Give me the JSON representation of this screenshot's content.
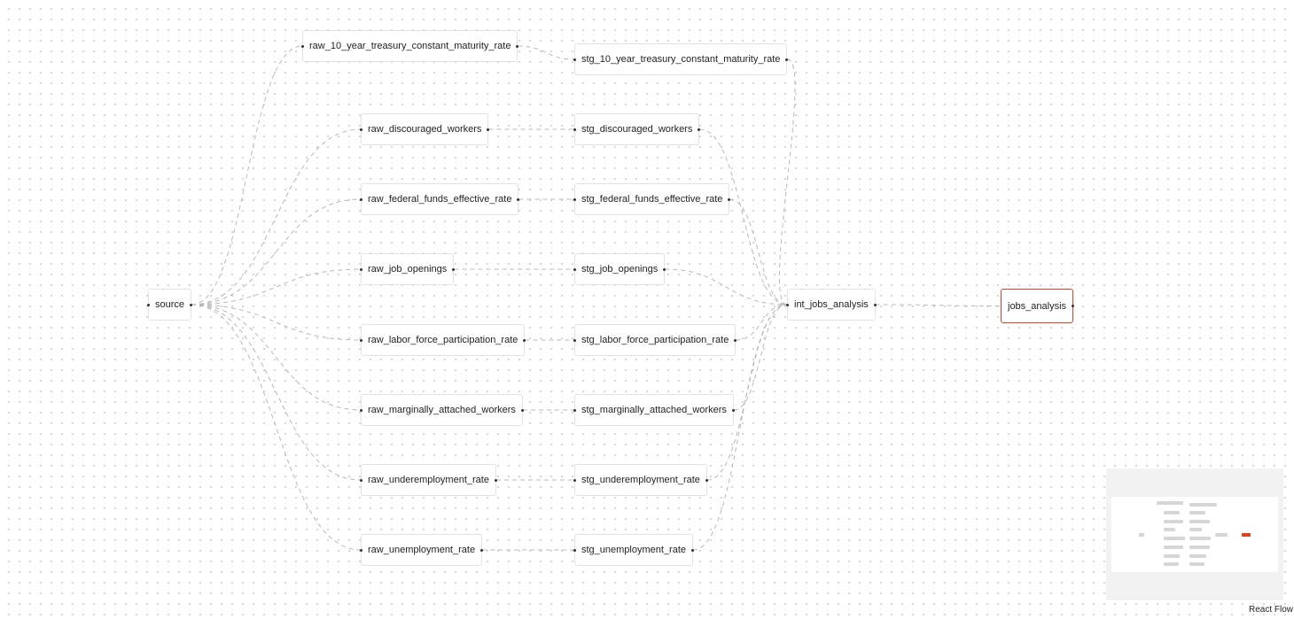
{
  "graph": {
    "nodes": [
      {
        "id": "source",
        "label": "source"
      },
      {
        "id": "raw_10_year_treasury_constant_maturity_rate",
        "label": "raw_10_year_treasury_constant_maturity_rate"
      },
      {
        "id": "raw_discouraged_workers",
        "label": "raw_discouraged_workers"
      },
      {
        "id": "raw_federal_funds_effective_rate",
        "label": "raw_federal_funds_effective_rate"
      },
      {
        "id": "raw_job_openings",
        "label": "raw_job_openings"
      },
      {
        "id": "raw_labor_force_participation_rate",
        "label": "raw_labor_force_participation_rate"
      },
      {
        "id": "raw_marginally_attached_workers",
        "label": "raw_marginally_attached_workers"
      },
      {
        "id": "raw_underemployment_rate",
        "label": "raw_underemployment_rate"
      },
      {
        "id": "raw_unemployment_rate",
        "label": "raw_unemployment_rate"
      },
      {
        "id": "stg_10_year_treasury_constant_maturity_rate",
        "label": "stg_10_year_treasury_constant_maturity_rate"
      },
      {
        "id": "stg_discouraged_workers",
        "label": "stg_discouraged_workers"
      },
      {
        "id": "stg_federal_funds_effective_rate",
        "label": "stg_federal_funds_effective_rate"
      },
      {
        "id": "stg_job_openings",
        "label": "stg_job_openings"
      },
      {
        "id": "stg_labor_force_participation_rate",
        "label": "stg_labor_force_participation_rate"
      },
      {
        "id": "stg_marginally_attached_workers",
        "label": "stg_marginally_attached_workers"
      },
      {
        "id": "stg_underemployment_rate",
        "label": "stg_underemployment_rate"
      },
      {
        "id": "stg_unemployment_rate",
        "label": "stg_unemployment_rate"
      },
      {
        "id": "int_jobs_analysis",
        "label": "int_jobs_analysis"
      },
      {
        "id": "jobs_analysis",
        "label": "jobs_analysis",
        "selected": true
      }
    ],
    "edges": [
      [
        "source",
        "raw_10_year_treasury_constant_maturity_rate"
      ],
      [
        "source",
        "raw_discouraged_workers"
      ],
      [
        "source",
        "raw_federal_funds_effective_rate"
      ],
      [
        "source",
        "raw_job_openings"
      ],
      [
        "source",
        "raw_labor_force_participation_rate"
      ],
      [
        "source",
        "raw_marginally_attached_workers"
      ],
      [
        "source",
        "raw_underemployment_rate"
      ],
      [
        "source",
        "raw_unemployment_rate"
      ],
      [
        "raw_10_year_treasury_constant_maturity_rate",
        "stg_10_year_treasury_constant_maturity_rate"
      ],
      [
        "raw_discouraged_workers",
        "stg_discouraged_workers"
      ],
      [
        "raw_federal_funds_effective_rate",
        "stg_federal_funds_effective_rate"
      ],
      [
        "raw_job_openings",
        "stg_job_openings"
      ],
      [
        "raw_labor_force_participation_rate",
        "stg_labor_force_participation_rate"
      ],
      [
        "raw_marginally_attached_workers",
        "stg_marginally_attached_workers"
      ],
      [
        "raw_underemployment_rate",
        "stg_underemployment_rate"
      ],
      [
        "raw_unemployment_rate",
        "stg_unemployment_rate"
      ],
      [
        "stg_10_year_treasury_constant_maturity_rate",
        "int_jobs_analysis"
      ],
      [
        "stg_discouraged_workers",
        "int_jobs_analysis"
      ],
      [
        "stg_federal_funds_effective_rate",
        "int_jobs_analysis"
      ],
      [
        "stg_job_openings",
        "int_jobs_analysis"
      ],
      [
        "stg_labor_force_participation_rate",
        "int_jobs_analysis"
      ],
      [
        "stg_marginally_attached_workers",
        "int_jobs_analysis"
      ],
      [
        "stg_underemployment_rate",
        "int_jobs_analysis"
      ],
      [
        "stg_unemployment_rate",
        "int_jobs_analysis"
      ],
      [
        "int_jobs_analysis",
        "jobs_analysis"
      ]
    ]
  },
  "colors": {
    "selected_border": "#e0401e",
    "edge": "#b8b8b8",
    "minimap_background": "#f2f2f2"
  },
  "attribution": "React Flow"
}
